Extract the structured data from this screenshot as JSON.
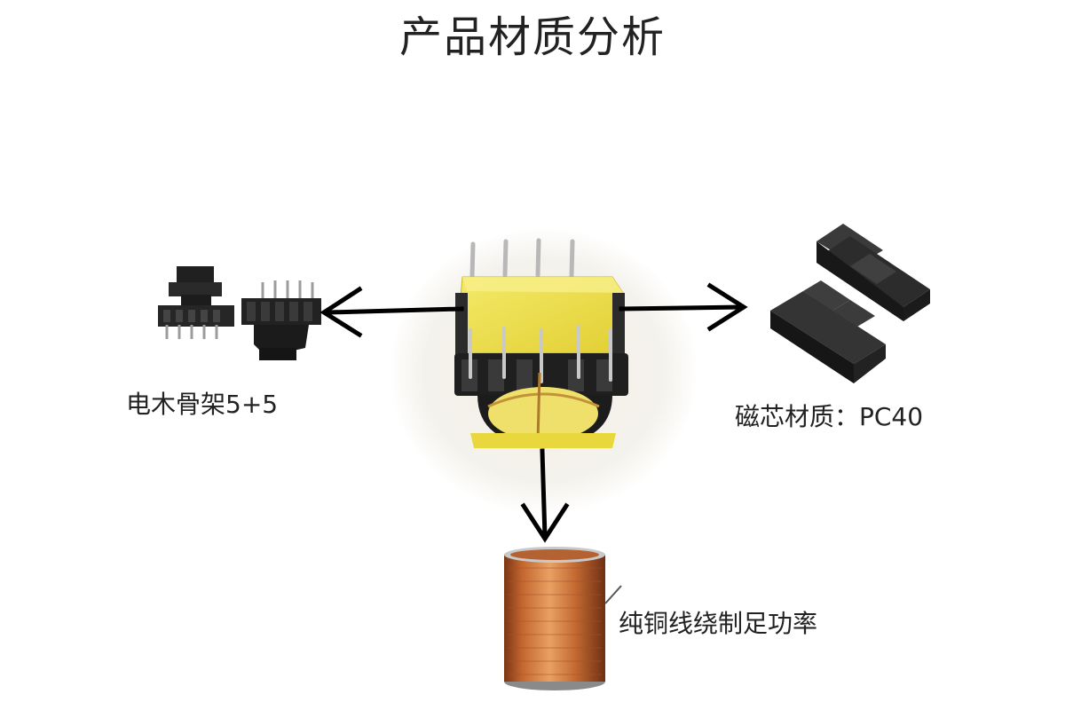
{
  "title": "产品材质分析",
  "labels": {
    "bobbin": "电木骨架5+5",
    "core": "磁芯材质：PC40",
    "wire": "纯铜线绕制足功率"
  },
  "colors": {
    "tape": "#eee04a",
    "ferrite": "#262626",
    "copper": "#c4672f",
    "arrow": "#000000"
  }
}
